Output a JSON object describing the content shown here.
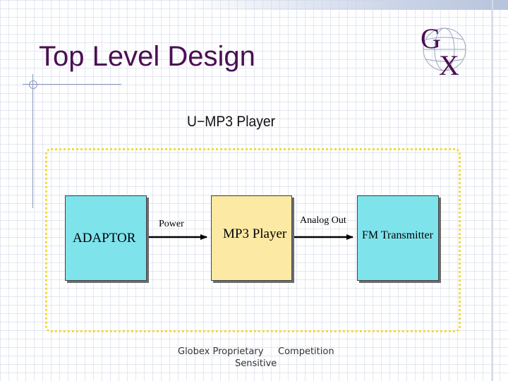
{
  "slide": {
    "title": "Top Level Design"
  },
  "logo": {
    "icon": "globe-gx-logo-icon",
    "letters": "GX"
  },
  "diagram": {
    "title": "U−MP3 Player",
    "blocks": {
      "adaptor": "ADAPTOR",
      "mp3": "MP3 Player",
      "fm": "FM Transmitter"
    },
    "connections": {
      "power": "Power",
      "analog_out": "Analog Out"
    },
    "colors": {
      "cyan_block": "#7fe3ec",
      "yellow_block": "#fbe9a4",
      "frame": "#f2da3c",
      "title": "#4a0f52"
    }
  },
  "footer": {
    "proprietary": "Globex Proprietary",
    "competition": "Competition",
    "sensitive": "Sensitive"
  }
}
